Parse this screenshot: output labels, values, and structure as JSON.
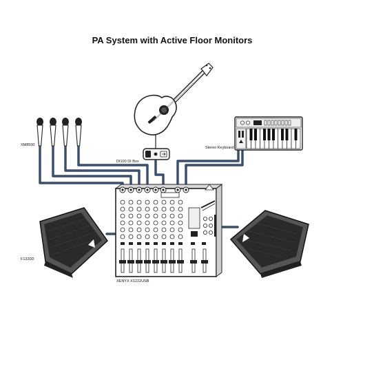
{
  "title": "PA System with Active Floor Monitors",
  "labels": {
    "microphones": "XM8500",
    "di_box": "DI100 DI Box",
    "keyboard": "Stereo Keyboard",
    "monitors": "F1320D",
    "mixer": "XENYX X1222USB"
  },
  "icons": {
    "guitar": "acoustic-guitar-icon",
    "microphone": "microphone-icon",
    "keyboard": "keyboard-icon",
    "di_box": "di-box-icon",
    "mixer": "mixer-icon",
    "monitor": "floor-monitor-icon"
  },
  "colors": {
    "cable_outer": "#1b2330",
    "cable_inner": "#3f6fb0",
    "device": "#222222"
  }
}
